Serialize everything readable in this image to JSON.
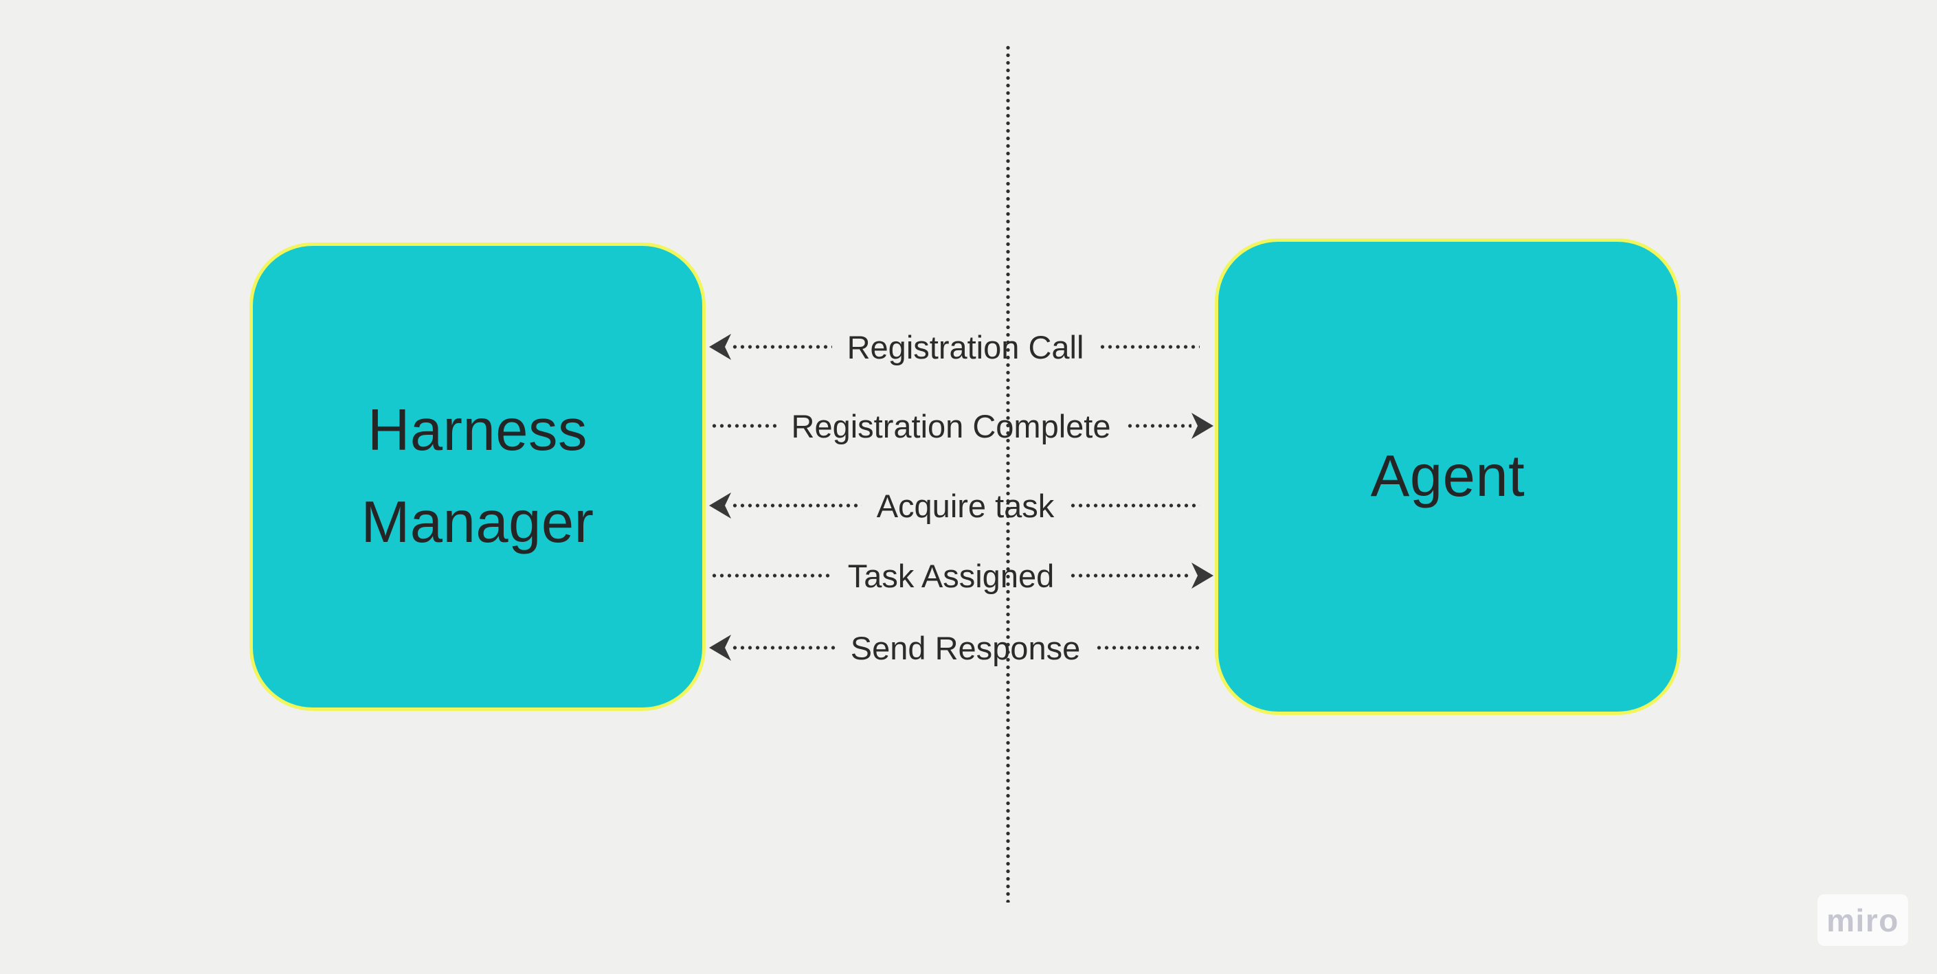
{
  "canvas": {
    "background_color": "#f0f0ef",
    "lifeline_color": "#2d2d2d",
    "arrow_color": "#383838"
  },
  "actors": [
    {
      "id": "harness-manager",
      "label": "Harness Manager",
      "fill_color": "#15c9ce",
      "border_color": "#f1f65d",
      "text_color": "#252525"
    },
    {
      "id": "agent",
      "label": "Agent",
      "fill_color": "#15c9ce",
      "border_color": "#f1f65d",
      "text_color": "#252525"
    }
  ],
  "connectors": [
    {
      "label": "Registration Call",
      "direction": "left",
      "from": "agent",
      "to": "harness-manager"
    },
    {
      "label": "Registration Complete",
      "direction": "right",
      "from": "harness-manager",
      "to": "agent"
    },
    {
      "label": "Acquire task",
      "direction": "left",
      "from": "agent",
      "to": "harness-manager"
    },
    {
      "label": "Task Assigned",
      "direction": "right",
      "from": "harness-manager",
      "to": "agent"
    },
    {
      "label": "Send Response",
      "direction": "left",
      "from": "agent",
      "to": "harness-manager"
    }
  ],
  "watermark": {
    "label": "miro"
  }
}
